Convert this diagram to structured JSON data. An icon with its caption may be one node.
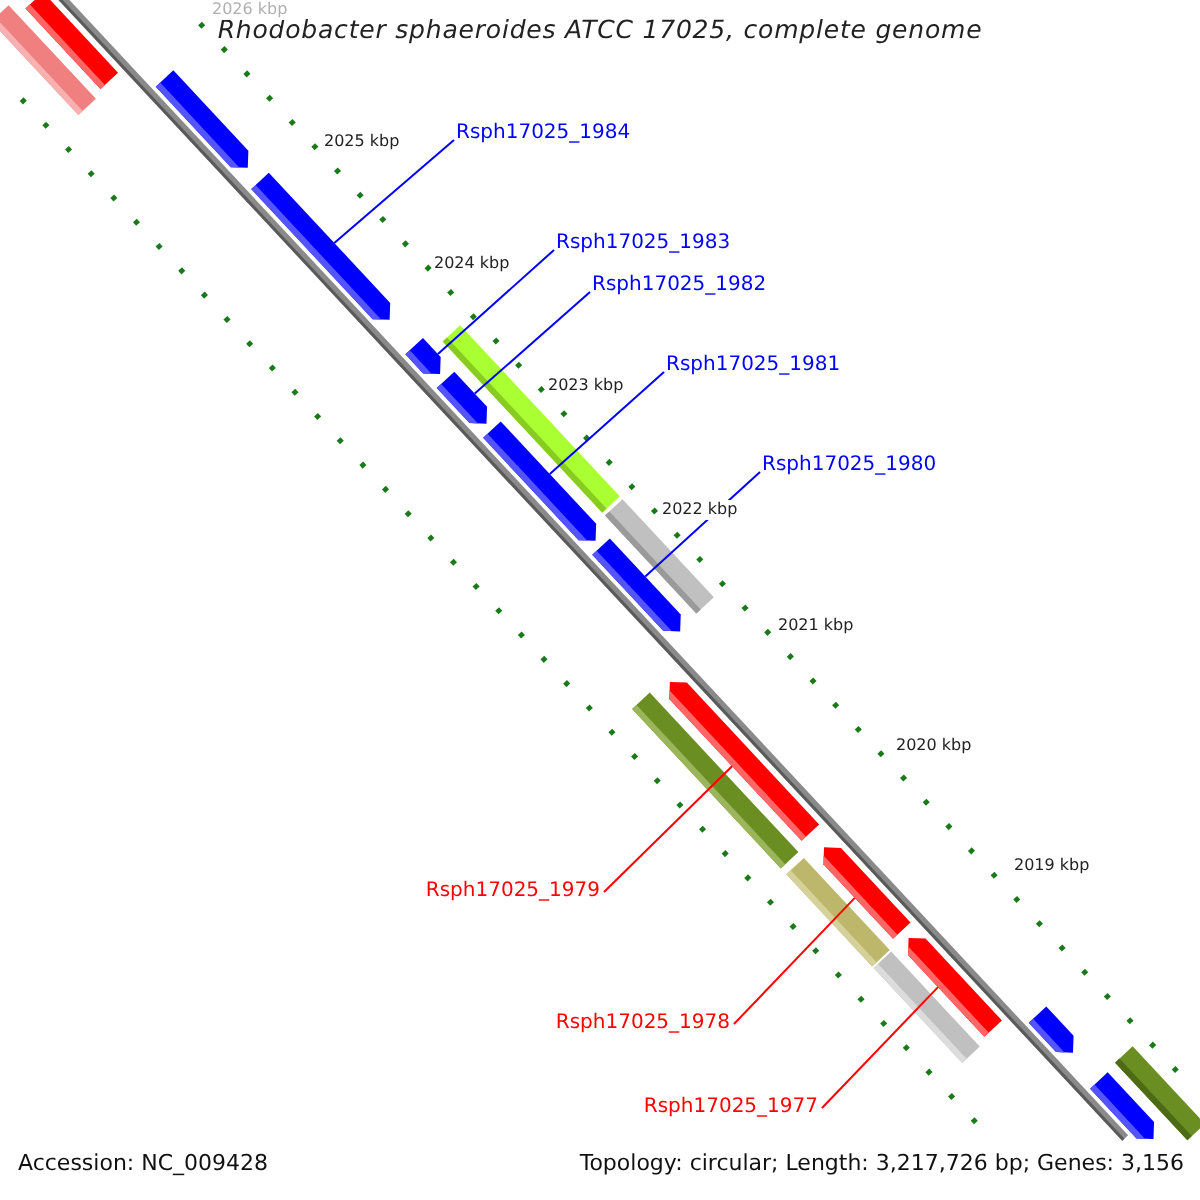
{
  "diagram": {
    "title": "Rhodobacter sphaeroides ATCC 17025, complete genome",
    "nodes": [
      {
        "text": [
          "Rsph17025_1984"
        ]
      },
      {
        "text": [
          "Rsph17025_1983"
        ]
      },
      {
        "text": [
          "Rsph17025_1982"
        ]
      },
      {
        "text": [
          "Rsph17025_1981"
        ]
      },
      {
        "text": [
          "Rsph17025_1980"
        ]
      },
      {
        "text": [
          "Rsph17025_1979"
        ]
      },
      {
        "text": [
          "Rsph17025_1978"
        ]
      },
      {
        "text": [
          "Rsph17025_1977"
        ]
      },
      {
        "text": [],
        "shape": "bar"
      },
      {
        "text": [],
        "shape": "bar"
      },
      {
        "text": [],
        "shape": "bar"
      },
      {
        "text": [],
        "shape": "bar"
      },
      {
        "text": [],
        "shape": "bar"
      },
      {
        "text": [],
        "shape": "bar"
      },
      {
        "text": [],
        "shape": "bar"
      },
      {
        "text": [],
        "shape": "bar"
      },
      {
        "text": [],
        "shape": "bar"
      },
      {
        "text": [],
        "shape": "bar"
      },
      {
        "text": [],
        "shape": "bar"
      },
      {
        "text": [],
        "shape": "bar"
      },
      {
        "text": [],
        "shape": "bar"
      },
      {
        "text": [],
        "shape": "bar"
      },
      {
        "text": [],
        "shape": "bar"
      },
      {
        "text": [],
        "shape": "bar"
      },
      {
        "text": [],
        "shape": "bar"
      },
      {
        "text": [],
        "shape": "bar"
      },
      {
        "text": [],
        "shape": "bar"
      }
    ],
    "edges": [
      {
        "from": 0,
        "to": 11,
        "arrow": "none"
      },
      {
        "from": 1,
        "to": 12,
        "arrow": "none"
      },
      {
        "from": 2,
        "to": 14,
        "arrow": "none"
      },
      {
        "from": 3,
        "to": 15,
        "arrow": "none"
      },
      {
        "from": 4,
        "to": 17,
        "arrow": "none"
      },
      {
        "from": 5,
        "to": 19,
        "arrow": "none",
        "color": "#ff0000"
      },
      {
        "from": 6,
        "to": 21,
        "arrow": "none",
        "color": "#ff0000"
      },
      {
        "from": 7,
        "to": 23,
        "arrow": "none",
        "color": "#ff0000"
      }
    ],
    "labels": [
      "2026 kbp",
      "2025 kbp",
      "2024 kbp",
      "2023 kbp",
      "2022 kbp",
      "2021 kbp",
      "2020 kbp",
      "2019 kbp",
      "Accession: NC_009428",
      "Topology: circular; Length: 3,217,726 bp; Genes: 3,156"
    ]
  }
}
